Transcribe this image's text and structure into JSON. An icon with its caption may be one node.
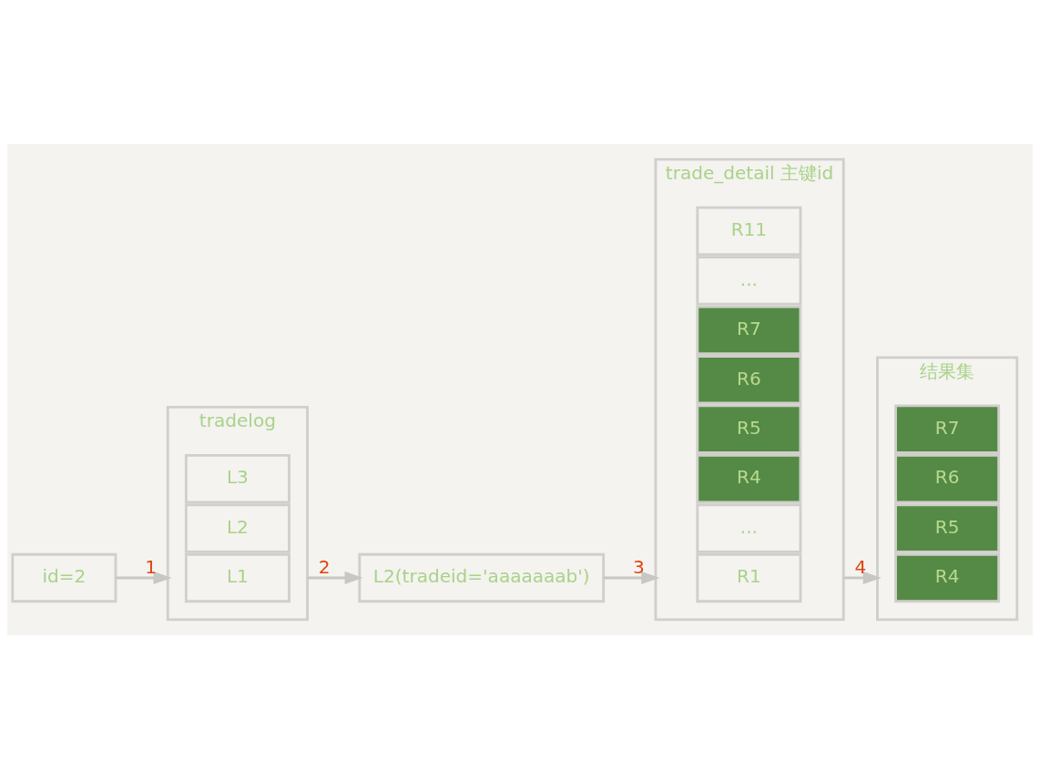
{
  "diagram": {
    "nodes": [
      {
        "text": [
          "id=2"
        ]
      },
      {
        "text": [
          "tradelog"
        ]
      },
      {
        "text": [
          "L1"
        ],
        "in": 1
      },
      {
        "text": [
          "L2"
        ],
        "in": 1
      },
      {
        "text": [
          "L3"
        ],
        "in": 1
      },
      {
        "text": [
          "L2(tradeid='aaaaaaab')"
        ]
      },
      {
        "text": [
          "trade_detail 主键id"
        ]
      },
      {
        "text": [
          "R1"
        ],
        "in": 6
      },
      {
        "text": [
          "..."
        ],
        "in": 6
      },
      {
        "text": [
          "R4"
        ],
        "in": 6
      },
      {
        "text": [
          "R5"
        ],
        "in": 6
      },
      {
        "text": [
          "R6"
        ],
        "in": 6
      },
      {
        "text": [
          "R7"
        ],
        "in": 6
      },
      {
        "text": [
          "..."
        ],
        "in": 6
      },
      {
        "text": [
          "R11"
        ],
        "in": 6
      },
      {
        "text": [
          "结果集"
        ]
      },
      {
        "text": [
          "R4"
        ],
        "in": 15
      },
      {
        "text": [
          "R5"
        ],
        "in": 15
      },
      {
        "text": [
          "R6"
        ],
        "in": 15
      },
      {
        "text": [
          "R7"
        ],
        "in": 15
      }
    ],
    "edges": [
      {
        "from": 0,
        "to": 1,
        "arrow": "to",
        "label": "1"
      },
      {
        "from": 1,
        "to": 5,
        "arrow": "to",
        "label": "2"
      },
      {
        "from": 5,
        "to": 6,
        "arrow": "to",
        "label": "3"
      },
      {
        "from": 6,
        "to": 15,
        "arrow": "to",
        "label": "4"
      }
    ]
  }
}
